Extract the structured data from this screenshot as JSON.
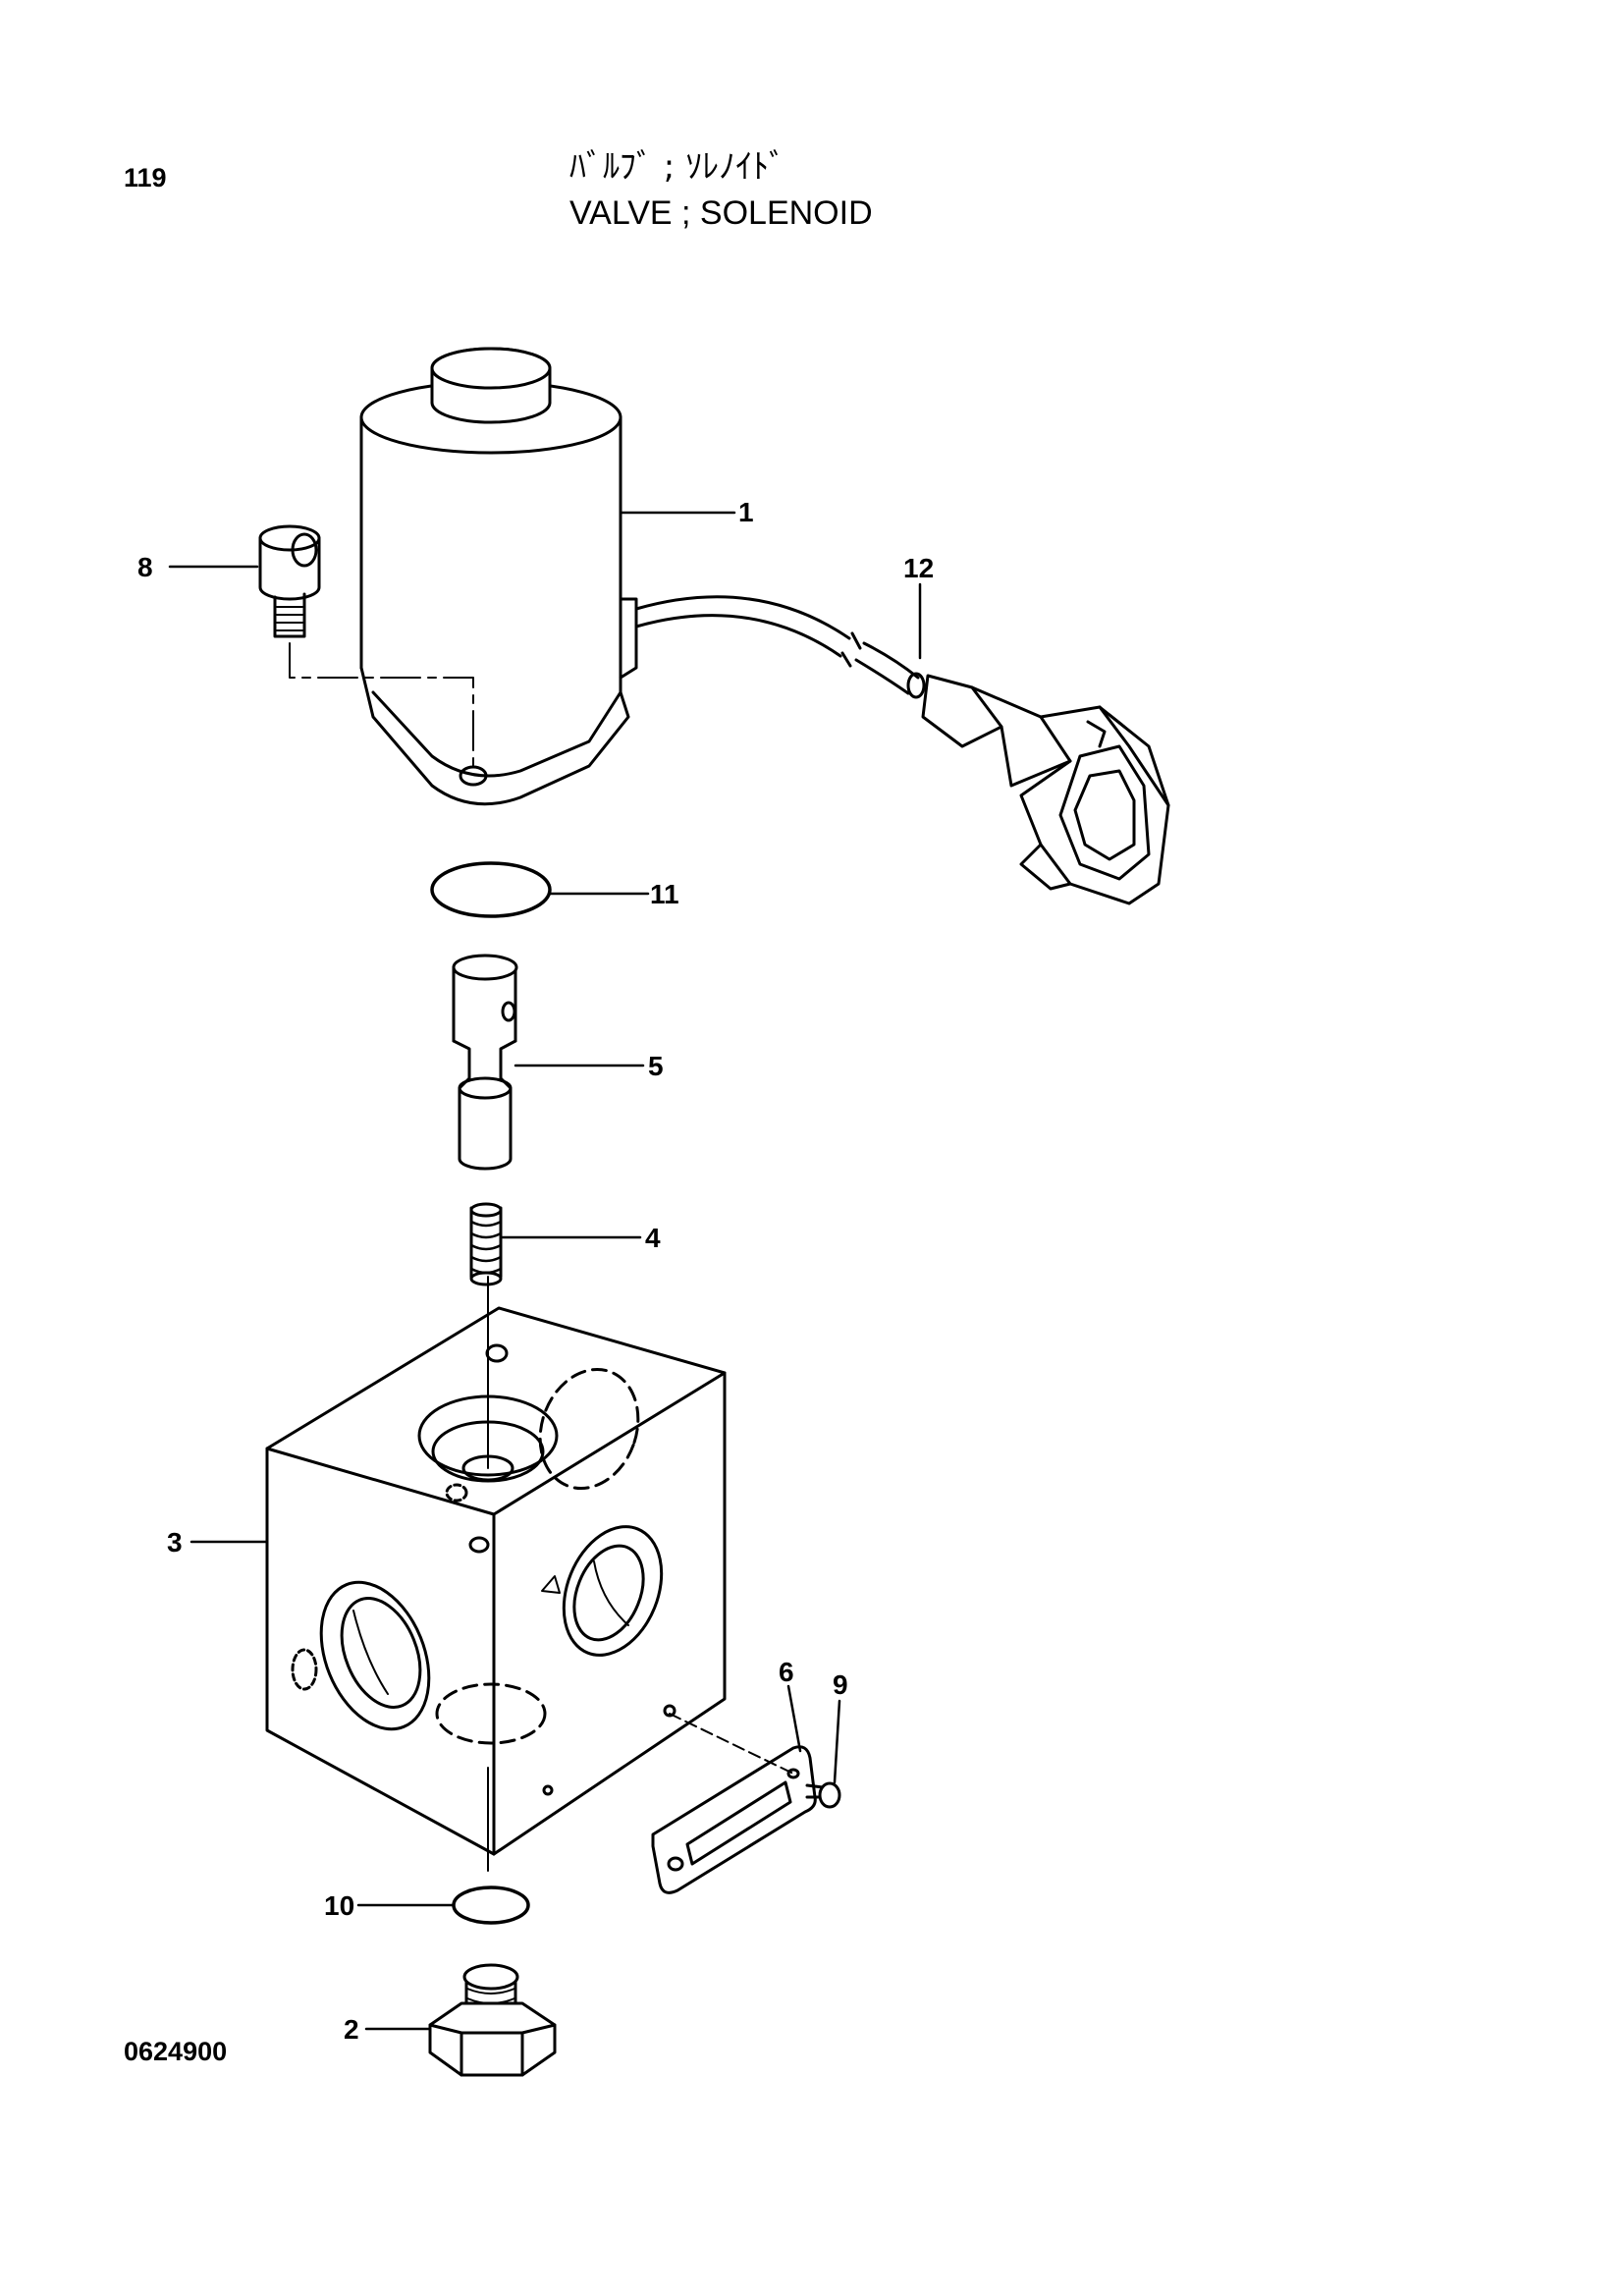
{
  "header": {
    "page_number": "119",
    "title_jp": "ﾊﾞﾙﾌﾞ ; ｿﾚﾉｲﾄﾞ",
    "title_en": "VALVE ; SOLENOID"
  },
  "footer": {
    "doc_code": "0624900"
  },
  "callouts": {
    "c1": "1",
    "c2": "2",
    "c3": "3",
    "c4": "4",
    "c5": "5",
    "c6": "6",
    "c8": "8",
    "c9": "9",
    "c10": "10",
    "c11": "11",
    "c12": "12"
  }
}
